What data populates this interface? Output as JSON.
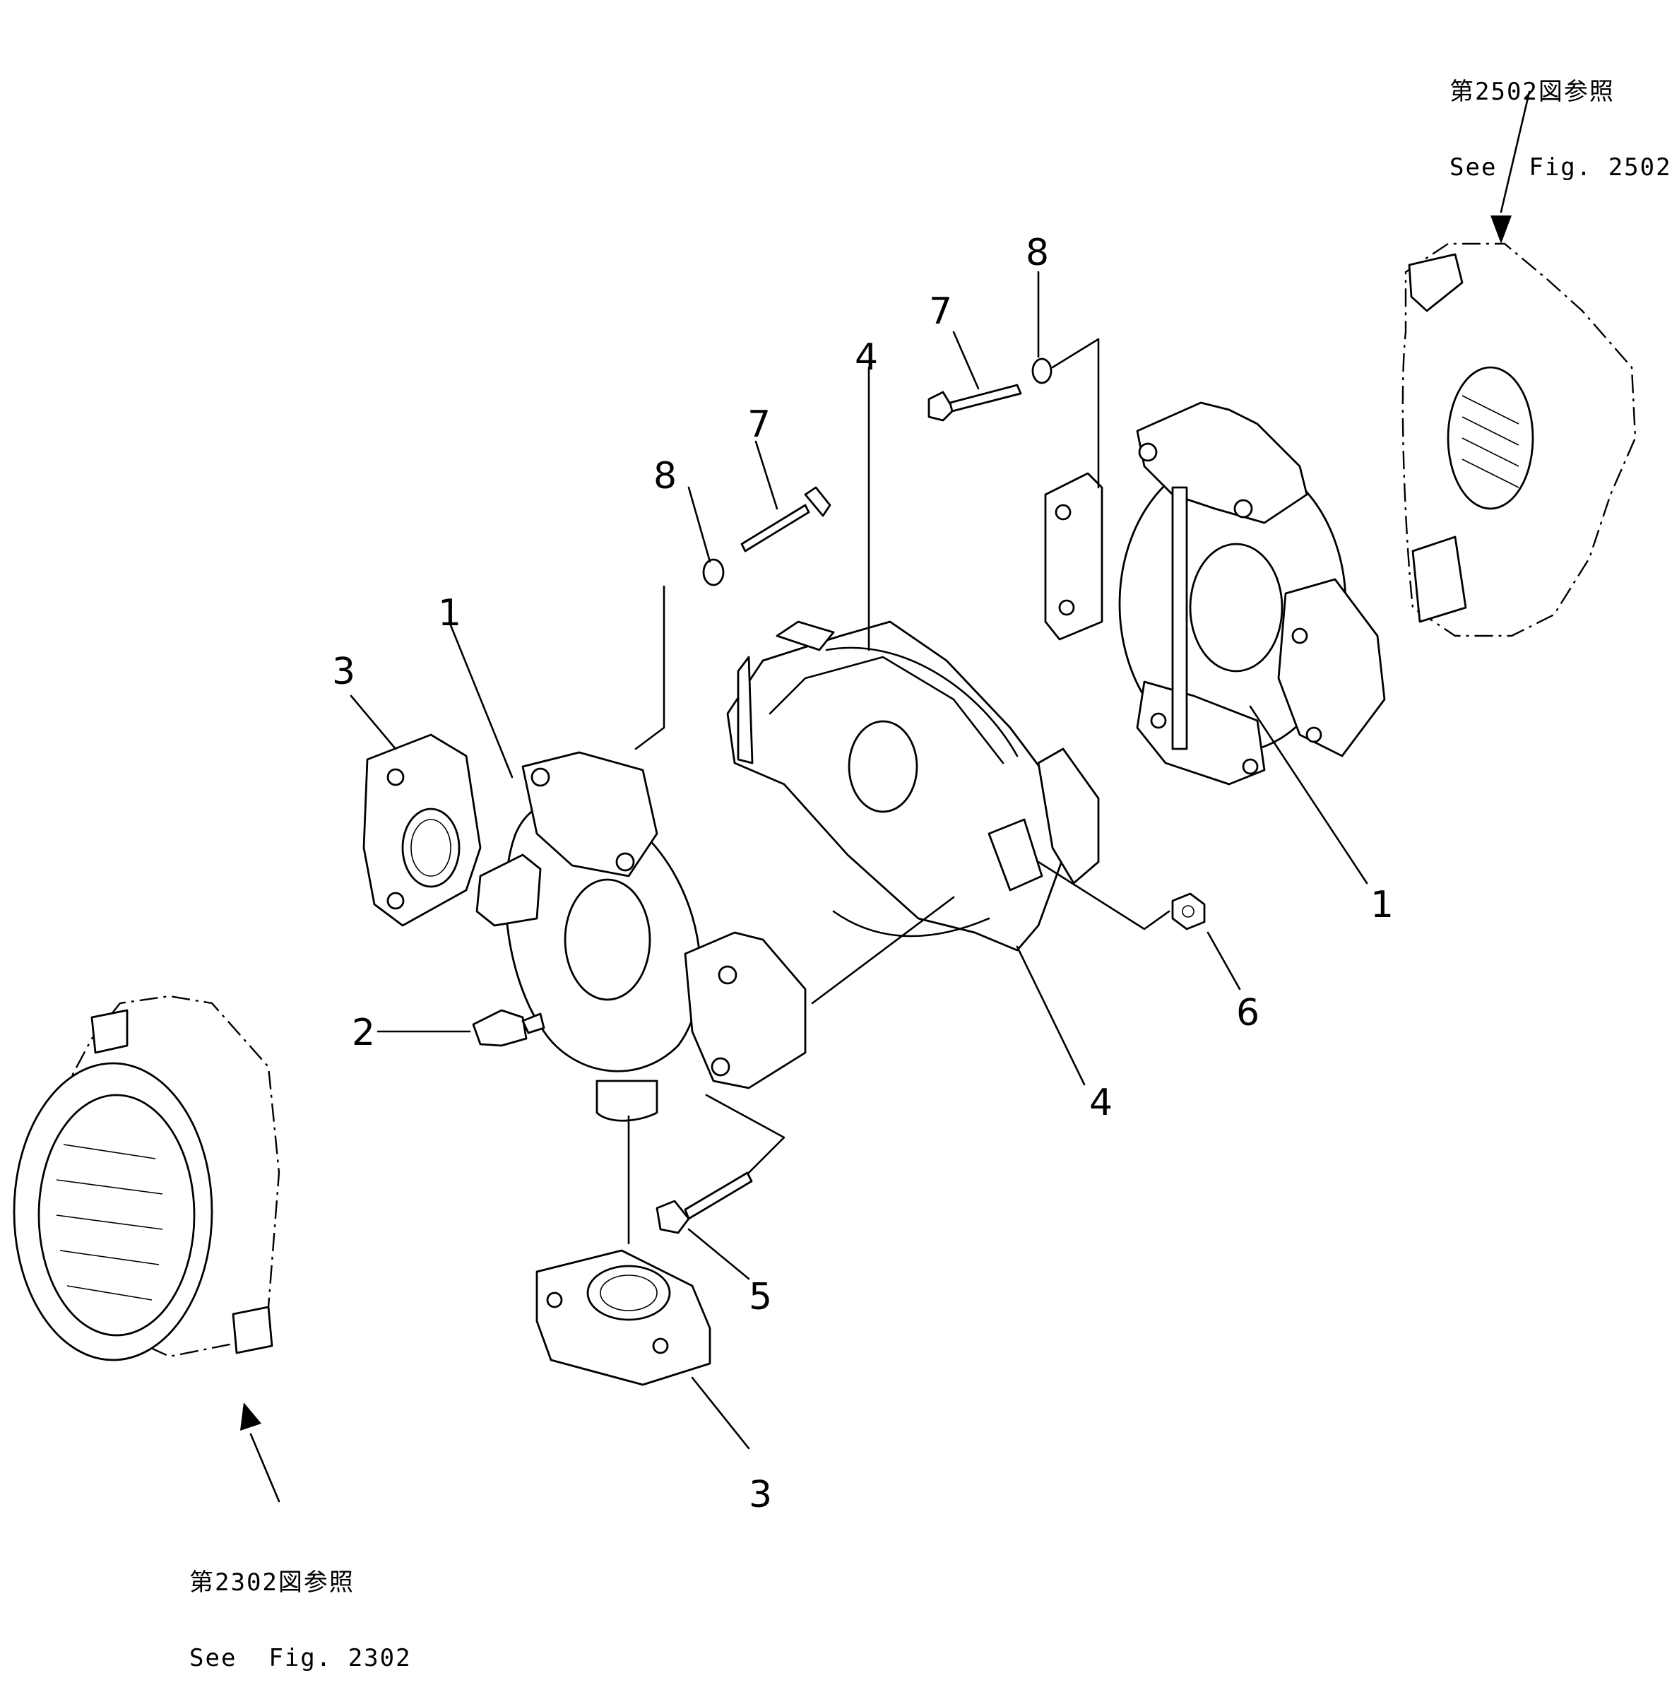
{
  "figure": {
    "callouts": {
      "c1_left": "1",
      "c1_right": "1",
      "c2": "2",
      "c3_top": "3",
      "c3_bottom": "3",
      "c4_top": "4",
      "c4_bottom": "4",
      "c5": "5",
      "c6": "6",
      "c7_left": "7",
      "c7_right": "7",
      "c8_left": "8",
      "c8_right": "8"
    },
    "references": {
      "top_right_jp": "第2502図参照",
      "top_right_en": "See  Fig. 2502",
      "bottom_left_jp": "第2302図参照",
      "bottom_left_en": "See  Fig. 2302"
    }
  }
}
